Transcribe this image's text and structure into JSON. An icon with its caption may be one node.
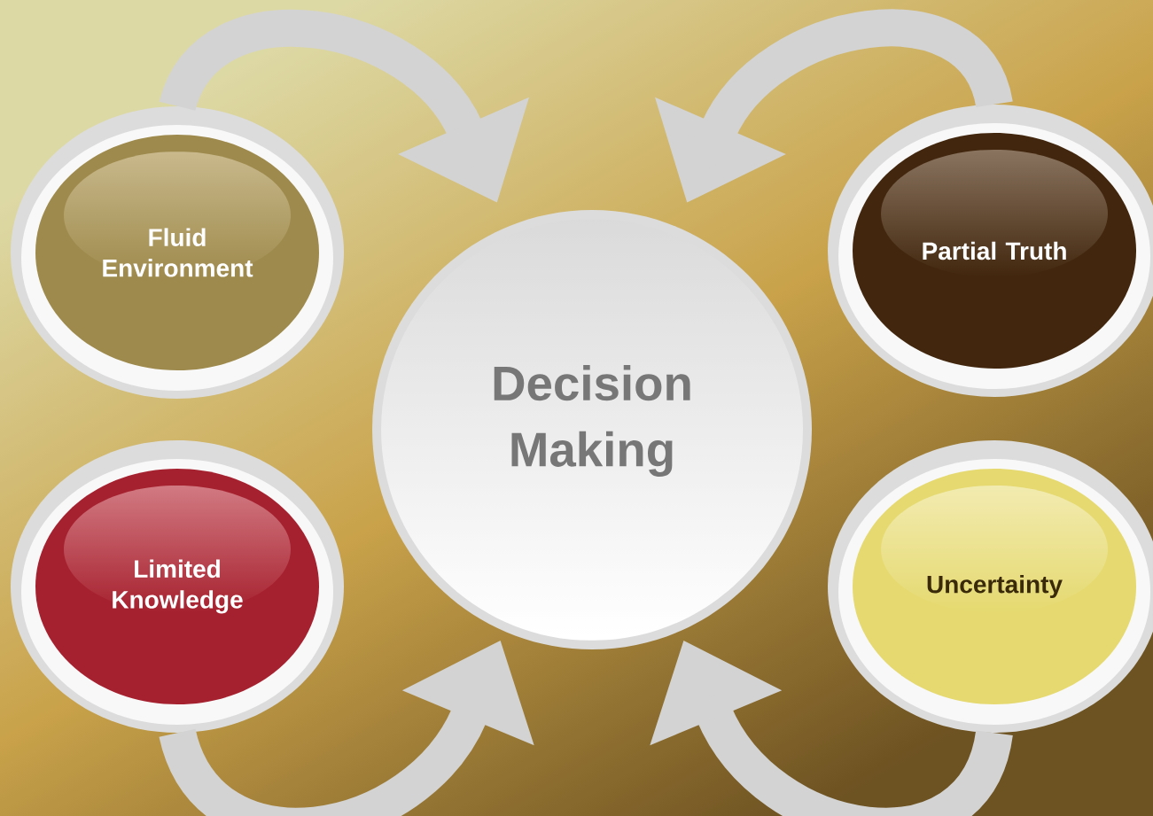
{
  "diagram": {
    "nodes": [
      {
        "text": [
          "Fluid Environment"
        ]
      },
      {
        "text": [
          "Partial Truth"
        ]
      },
      {
        "text": [
          "Decision Making"
        ]
      },
      {
        "text": [
          "Limited Knowledge"
        ]
      },
      {
        "text": [
          "Uncertainty"
        ]
      }
    ],
    "edges": [
      {
        "from": 0,
        "to": 2,
        "arrow": "to"
      },
      {
        "from": 1,
        "to": 2,
        "arrow": "to"
      },
      {
        "from": 3,
        "to": 2,
        "arrow": "to"
      },
      {
        "from": 4,
        "to": 2,
        "arrow": "to"
      }
    ]
  }
}
